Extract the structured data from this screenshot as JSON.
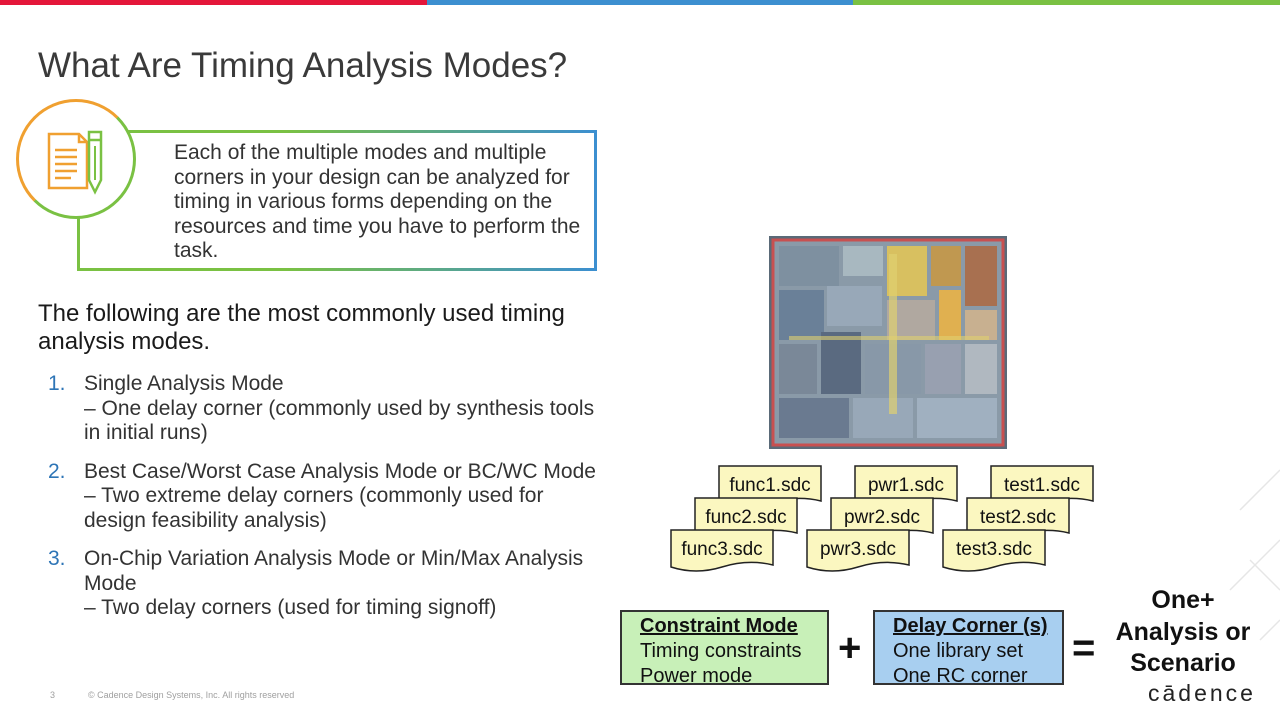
{
  "slide": {
    "title": "What Are Timing Analysis Modes?",
    "callout_icon": "document-pen-icon",
    "callout_text": "Each of the multiple modes and multiple corners in your design can be analyzed for timing in various forms depending on the resources and time you have to perform the task.",
    "intro": "The following are the most commonly used timing analysis modes.",
    "list": [
      {
        "num": "1.",
        "title": "Single Analysis Mode",
        "detail": "– One delay corner (commonly used by synthesis tools in initial runs)"
      },
      {
        "num": "2.",
        "title": "Best Case/Worst Case Analysis Mode or BC/WC Mode",
        "detail": "– Two extreme delay corners (commonly used for design feasibility analysis)"
      },
      {
        "num": "3.",
        "title": "On-Chip Variation Analysis Mode or Min/Max Analysis Mode",
        "detail": "– Two delay corners (used for timing signoff)"
      }
    ],
    "footer": {
      "page": "3",
      "copyright": "© Cadence Design Systems, Inc. All rights reserved"
    }
  },
  "diagram": {
    "chip_image": "chip-die-photo",
    "sdc_files": [
      "func1.sdc",
      "func2.sdc",
      "func3.sdc",
      "pwr1.sdc",
      "pwr2.sdc",
      "pwr3.sdc",
      "test1.sdc",
      "test2.sdc",
      "test3.sdc"
    ],
    "constraint_mode": {
      "header": "Constraint Mode",
      "line1": "Timing constraints",
      "line2": "Power mode",
      "color": "#c8f0b8"
    },
    "plus": "+",
    "delay_corner": {
      "header": "Delay Corner (s)",
      "line1": "One library set",
      "line2": "One RC corner",
      "color": "#a8cff0"
    },
    "equals": "=",
    "result": {
      "line1": "One+",
      "line2": "Analysis or",
      "line3": "Scenario"
    },
    "sdc_color": "#fbf7c0"
  },
  "brand": {
    "logo": "cādence",
    "bar_colors": [
      "#e4163a",
      "#3c8fd0",
      "#7ac143"
    ]
  }
}
